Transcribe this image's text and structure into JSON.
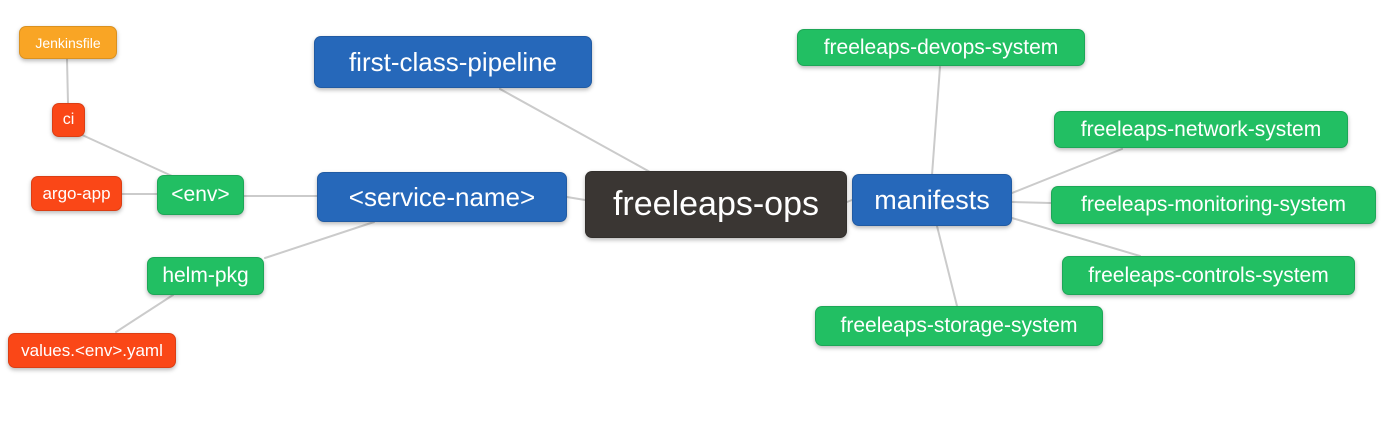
{
  "diagram": {
    "type": "mindmap",
    "root_label": "freeleaps-ops",
    "colors": {
      "background": "#ffffff",
      "text": "#ffffff",
      "connector": "#cbcbcb",
      "level0_bg": "#3a3633",
      "level1_bg": "#2668ba",
      "level2_bg": "#22bf63",
      "level3_bg": "#fa4717",
      "level4_bg": "#f9a525"
    },
    "nodes": {
      "freeleaps_ops": {
        "label": "freeleaps-ops",
        "level": 0
      },
      "first_class_pipeline": {
        "label": "first-class-pipeline",
        "level": 1
      },
      "service_name": {
        "label": "<service-name>",
        "level": 1
      },
      "manifests": {
        "label": "manifests",
        "level": 1
      },
      "env": {
        "label": "<env>",
        "level": 2
      },
      "helm_pkg": {
        "label": "helm-pkg",
        "level": 2
      },
      "ci": {
        "label": "ci",
        "level": 3
      },
      "argo_app": {
        "label": "argo-app",
        "level": 3
      },
      "jenkinsfile": {
        "label": "Jenkinsfile",
        "level": 4
      },
      "values_env_yaml": {
        "label": "values.<env>.yaml",
        "level": 3
      },
      "devops_system": {
        "label": "freeleaps-devops-system",
        "level": 2
      },
      "network_system": {
        "label": "freeleaps-network-system",
        "level": 2
      },
      "monitoring_system": {
        "label": "freeleaps-monitoring-system",
        "level": 2
      },
      "controls_system": {
        "label": "freeleaps-controls-system",
        "level": 2
      },
      "storage_system": {
        "label": "freeleaps-storage-system",
        "level": 2
      }
    },
    "edges": [
      [
        "freeleaps-ops",
        "first-class-pipeline"
      ],
      [
        "freeleaps-ops",
        "<service-name>"
      ],
      [
        "freeleaps-ops",
        "manifests"
      ],
      [
        "<service-name>",
        "<env>"
      ],
      [
        "<service-name>",
        "helm-pkg"
      ],
      [
        "<env>",
        "ci"
      ],
      [
        "<env>",
        "argo-app"
      ],
      [
        "ci",
        "Jenkinsfile"
      ],
      [
        "helm-pkg",
        "values.<env>.yaml"
      ],
      [
        "manifests",
        "freeleaps-devops-system"
      ],
      [
        "manifests",
        "freeleaps-network-system"
      ],
      [
        "manifests",
        "freeleaps-monitoring-system"
      ],
      [
        "manifests",
        "freeleaps-controls-system"
      ],
      [
        "manifests",
        "freeleaps-storage-system"
      ]
    ]
  }
}
